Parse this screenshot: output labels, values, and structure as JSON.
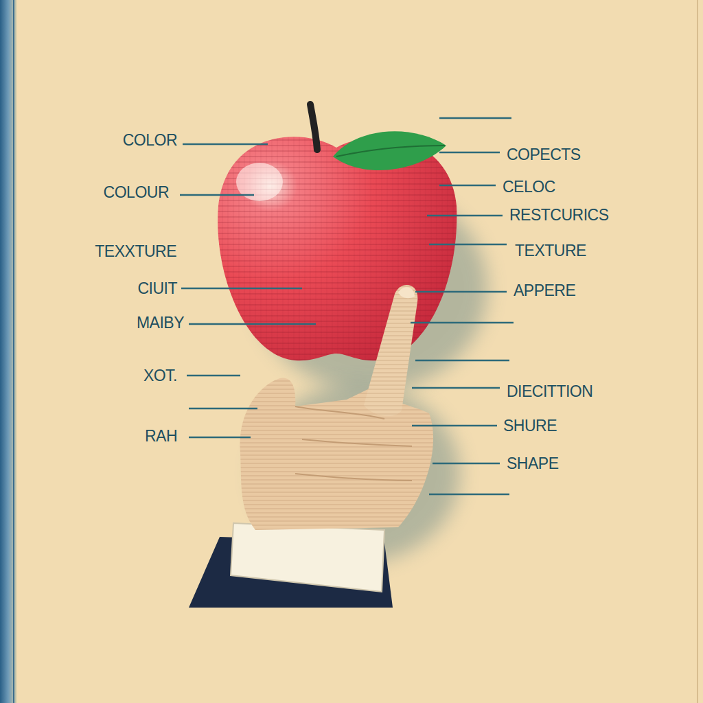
{
  "diagram": {
    "labels": [
      "COLOR",
      "COLOUR",
      "TEXXTURE",
      "CIUIT",
      "MAIBY",
      "XOT.",
      "RAH",
      "COPECTS",
      "CELOC",
      "RESTCURICS",
      "TEXTURE",
      "APPERE",
      "DIECITTION",
      "SHURE",
      "SHAPE"
    ]
  }
}
